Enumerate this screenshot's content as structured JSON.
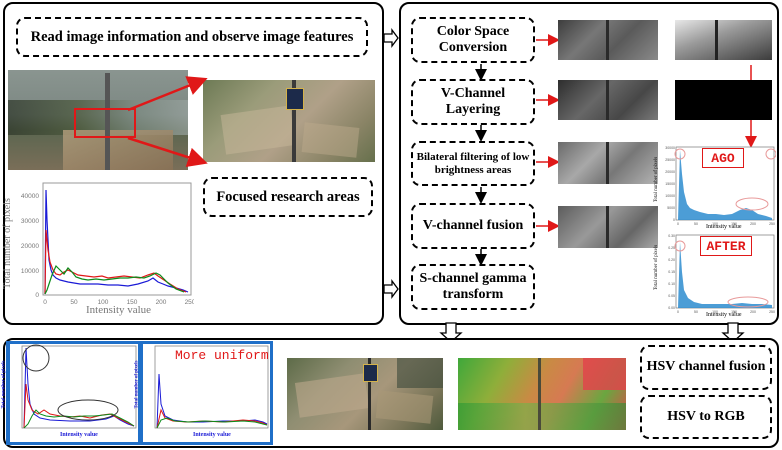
{
  "top_left": {
    "step_read": "Read image information and observe image features",
    "step_focus": "Focused research areas",
    "hist": {
      "ylabel": "Total number of pixels",
      "xlabel": "Intensity value",
      "yticks": [
        "0",
        "10000",
        "20000",
        "30000",
        "40000"
      ],
      "xticks": [
        "0",
        "50",
        "100",
        "150",
        "200",
        "250"
      ]
    }
  },
  "top_right": {
    "steps": [
      "Color Space Conversion",
      "V-Channel Layering",
      "Bilateral filtering of low brightness areas",
      "V-channel fusion",
      "S-channel gamma transform"
    ],
    "hist_ago": {
      "tag": "AGO",
      "ylabel": "Total number of pixels",
      "xlabel": "Intensity value",
      "yticks": [
        "0",
        "5000",
        "10000",
        "15000",
        "20000",
        "25000",
        "30000"
      ],
      "xticks": [
        "0",
        "50",
        "100",
        "150",
        "200",
        "250"
      ]
    },
    "hist_after": {
      "tag": "AFTER",
      "ylabel": "Total number of pixels",
      "xlabel": "Intensity value",
      "yticks": [
        "0.00",
        "0.05",
        "0.10",
        "0.15",
        "0.20",
        "0.25",
        "0.30"
      ],
      "xticks": [
        "0",
        "50",
        "100",
        "150",
        "200",
        "250"
      ]
    }
  },
  "bottom": {
    "hist_before": {
      "ylabel": "Total number of pixels",
      "xlabel": "Intensity value"
    },
    "hist_after": {
      "ylabel": "Total number of pixels",
      "xlabel": "Intensity value",
      "tag": "More uniform"
    },
    "step_fusion": "HSV channel fusion",
    "step_rgb": "HSV to RGB"
  },
  "colors": {
    "accent_red": "#e01818",
    "panel_blue": "#1f6fc8"
  }
}
